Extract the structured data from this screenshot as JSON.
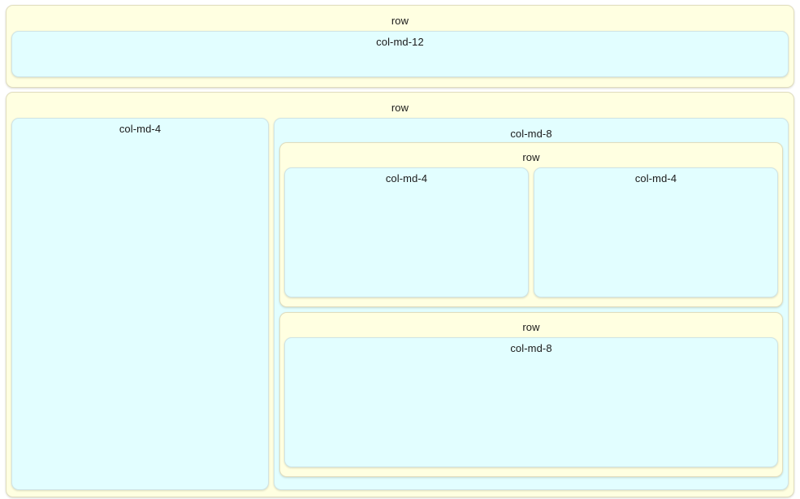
{
  "theme": {
    "row_fill": "#ffffe1",
    "row_border": "#e0ddbe",
    "col_fill": "#e2feff",
    "col_border": "#cfe4e6",
    "text_color": "#1a1a1a",
    "page_background": "#ffffff"
  },
  "grid": {
    "row1": {
      "label": "row",
      "col12": {
        "label": "col-md-12"
      }
    },
    "row2": {
      "label": "row",
      "col4_left": {
        "label": "col-md-4"
      },
      "col8_right": {
        "label": "col-md-8",
        "nested_row_top": {
          "label": "row",
          "col4_a": {
            "label": "col-md-4"
          },
          "col4_b": {
            "label": "col-md-4"
          }
        },
        "nested_row_bottom": {
          "label": "row",
          "col8_deep": {
            "label": "col-md-8"
          }
        }
      }
    }
  }
}
